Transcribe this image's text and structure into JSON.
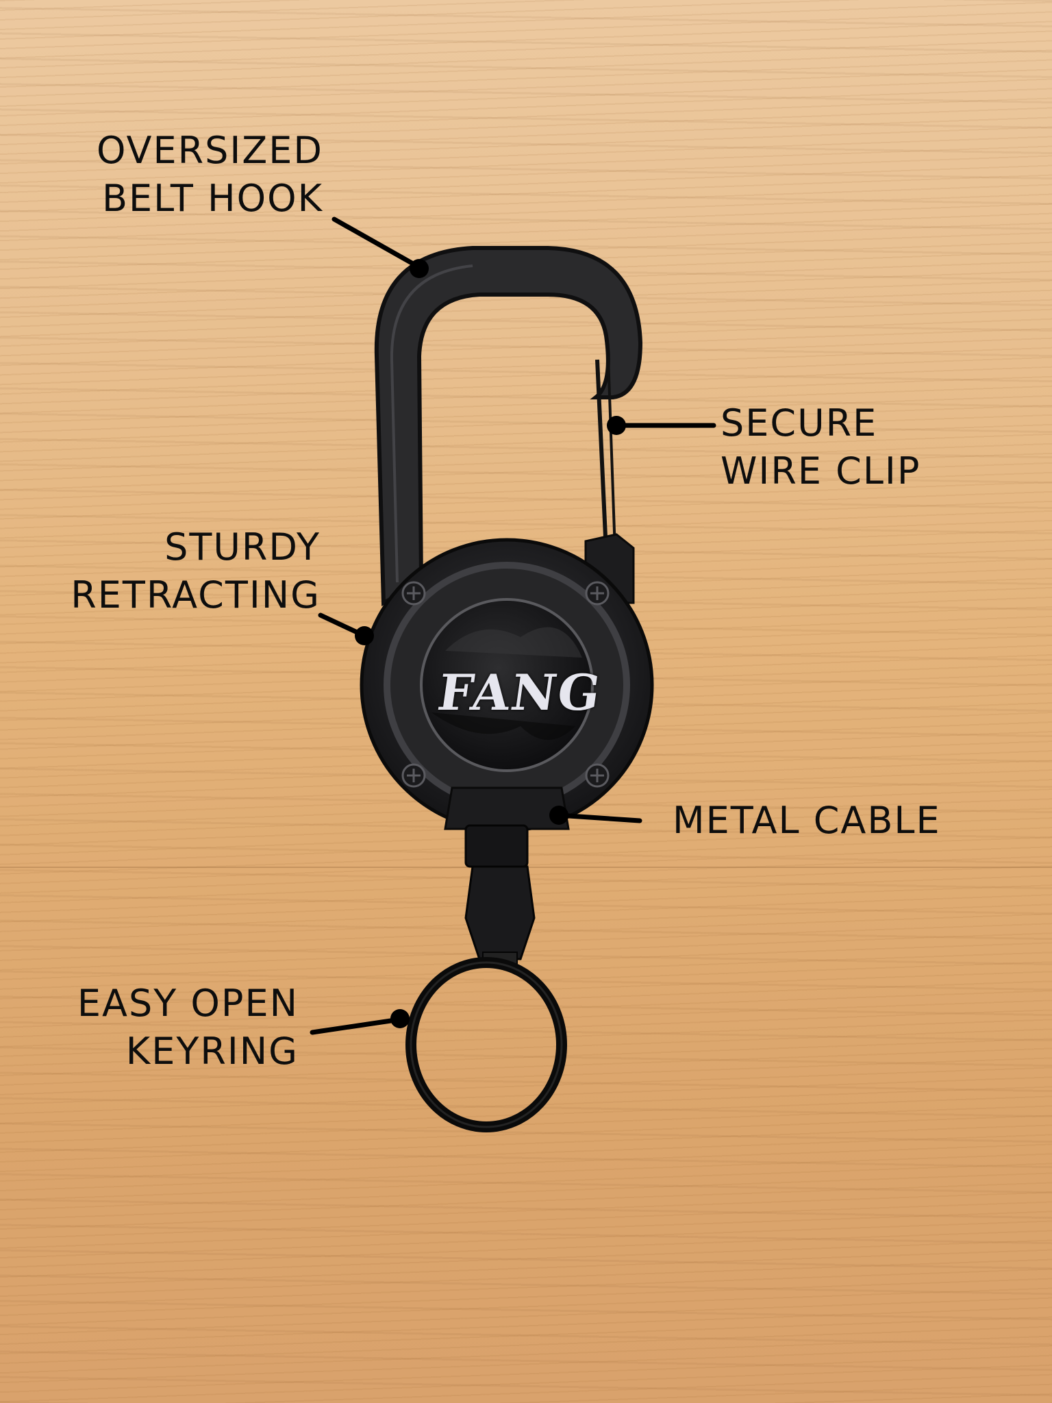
{
  "image": {
    "subject": "retractable keychain with carabiner hook on wooden surface",
    "background": "light wood grain",
    "colors": {
      "wood_light": "#ecc9a0",
      "wood_dark": "#d9a26c",
      "text": "#0d0d0d",
      "product": "#1b1b1d",
      "logo": "#e6e6ee"
    }
  },
  "product": {
    "logo_text": "FANG"
  },
  "callouts": [
    {
      "id": "belt-hook",
      "lines": [
        "OVERSIZED",
        "BELT HOOK"
      ]
    },
    {
      "id": "wire-clip",
      "lines": [
        "SECURE",
        "WIRE CLIP"
      ]
    },
    {
      "id": "retracting",
      "lines": [
        "STURDY",
        "RETRACTING"
      ]
    },
    {
      "id": "metal-cable",
      "lines": [
        "METAL CABLE"
      ]
    },
    {
      "id": "keyring",
      "lines": [
        "EASY OPEN",
        "KEYRING"
      ]
    }
  ]
}
